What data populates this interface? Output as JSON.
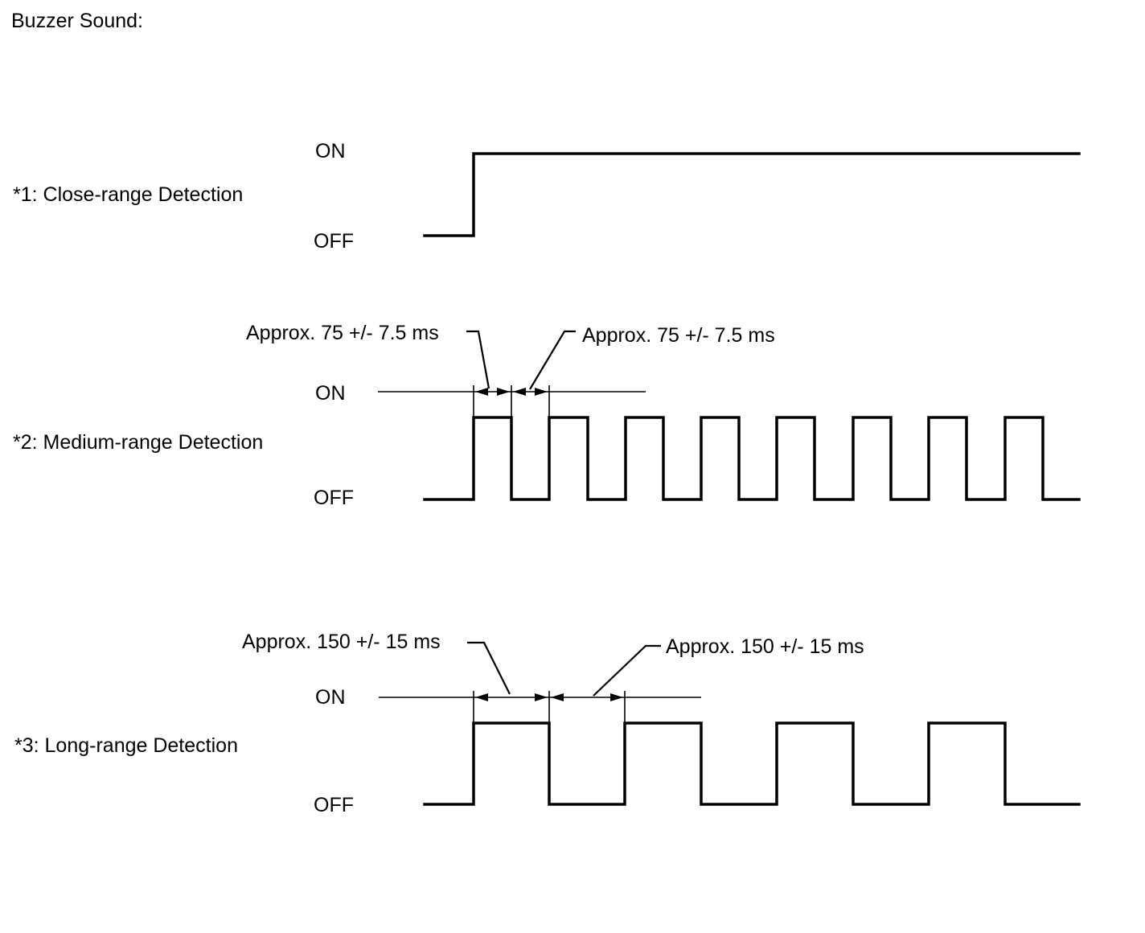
{
  "title": "Buzzer Sound:",
  "state_labels": {
    "on": "ON",
    "off": "OFF"
  },
  "rows": [
    {
      "label": "*1: Close-range Detection",
      "pattern": "continuous",
      "annotations": []
    },
    {
      "label": "*2: Medium-range Detection",
      "pattern": "pulse",
      "on_duration_ms": 75,
      "off_duration_ms": 75,
      "tolerance_ms": 7.5,
      "pulse_count": 8,
      "annotations": [
        {
          "text": "Approx. 75 +/- 7.5 ms",
          "refers_to": "on period"
        },
        {
          "text": "Approx. 75 +/- 7.5 ms",
          "refers_to": "off period"
        }
      ]
    },
    {
      "label": "*3: Long-range Detection",
      "pattern": "pulse",
      "on_duration_ms": 150,
      "off_duration_ms": 150,
      "tolerance_ms": 15,
      "pulse_count": 4,
      "annotations": [
        {
          "text": "Approx. 150 +/- 15 ms",
          "refers_to": "on period"
        },
        {
          "text": "Approx. 150 +/- 15 ms",
          "refers_to": "off period"
        }
      ]
    }
  ]
}
